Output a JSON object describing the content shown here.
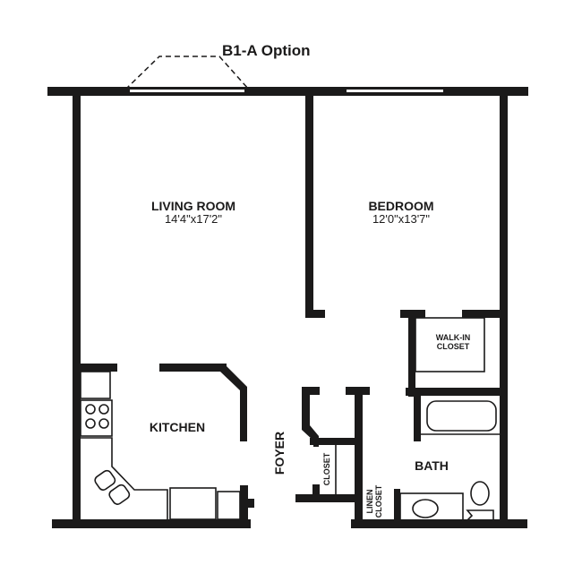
{
  "plan": {
    "option_label": "B1-A Option",
    "rooms": {
      "living_room": {
        "name": "LIVING ROOM",
        "dimensions": "14'4\"x17'2\""
      },
      "bedroom": {
        "name": "BEDROOM",
        "dimensions": "12'0\"x13'7\""
      },
      "walk_in_closet": {
        "line1": "WALK-IN",
        "line2": "CLOSET"
      },
      "kitchen": {
        "name": "KITCHEN"
      },
      "foyer": {
        "name": "FOYER"
      },
      "closet": {
        "name": "CLOSET"
      },
      "linen_closet": {
        "line1": "LINEN",
        "line2": "CLOSET"
      },
      "bath": {
        "name": "BATH"
      }
    },
    "colors": {
      "wall": "#1b1a1a",
      "background": "#ffffff"
    }
  }
}
